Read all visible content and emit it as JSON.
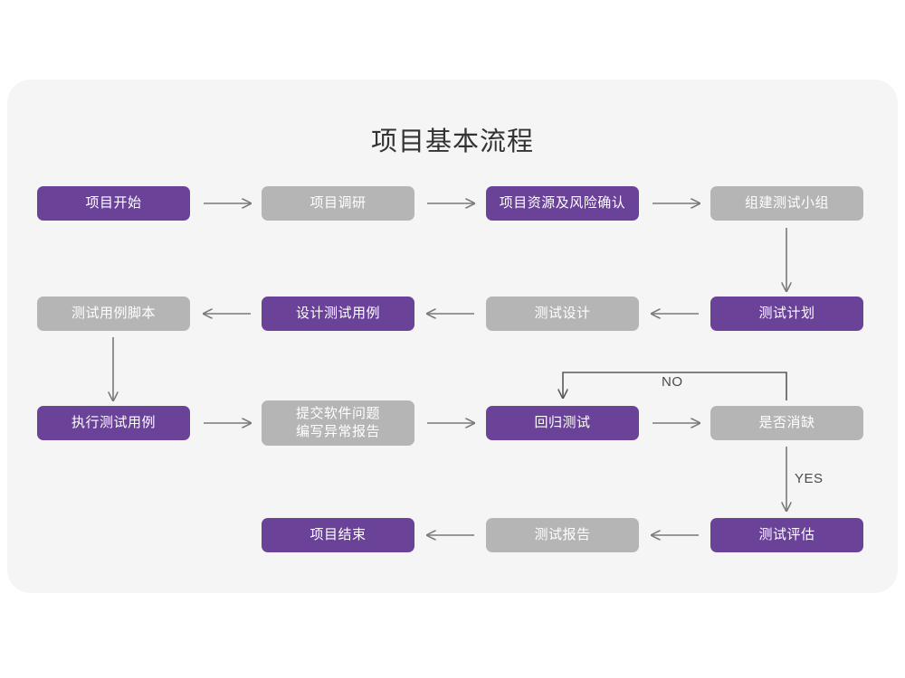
{
  "canvas": {
    "background": "#ffffff",
    "card_background": "#f5f5f5",
    "purple": "#6a4298",
    "gray": "#b5b5b5",
    "arrow_color": "#7a7a7a",
    "loop_color": "#5a5a5a",
    "text_color": "#ffffff",
    "title_color": "#333333"
  },
  "title": "项目基本流程",
  "nodes": {
    "project_start": "项目开始",
    "project_research": "项目调研",
    "resource_risk": "项目资源及风险确认",
    "build_team": "组建测试小组",
    "test_plan": "测试计划",
    "test_design": "测试设计",
    "design_cases": "设计测试用例",
    "case_script": "测试用例脚本",
    "execute_cases": "执行测试用例",
    "submit_issue": "提交软件问题\n编写异常报告",
    "regression_test": "回归测试",
    "defect_cleared": "是否消缺",
    "test_evaluation": "测试评估",
    "test_report": "测试报告",
    "project_end": "项目结束"
  },
  "edge_labels": {
    "no": "NO",
    "yes": "YES"
  }
}
